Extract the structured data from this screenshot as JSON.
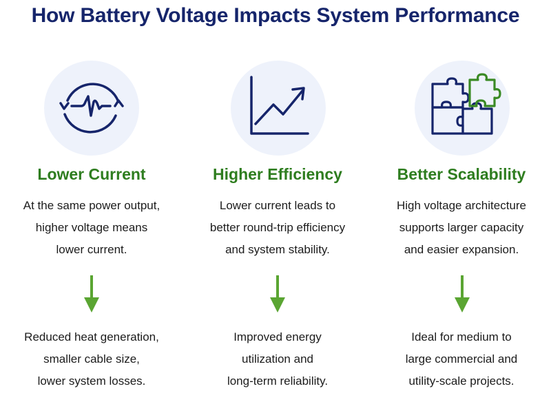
{
  "title": "How Battery Voltage Impacts System Performance",
  "colors": {
    "title": "#16256b",
    "heading": "#2e7d1f",
    "icon_stroke": "#16256b",
    "icon_accent": "#3a8a24",
    "circle_bg": "#eef2fb",
    "arrow": "#5aa532"
  },
  "columns": [
    {
      "icon": "current-cycle-icon",
      "heading": "Lower Current",
      "desc": [
        "At the same power output,",
        "higher voltage means",
        "lower current."
      ],
      "result": [
        "Reduced heat generation,",
        "smaller cable size,",
        "lower system losses."
      ]
    },
    {
      "icon": "rising-chart-icon",
      "heading": "Higher Efficiency",
      "desc": [
        "Lower current leads to",
        "better round-trip efficiency",
        "and system stability."
      ],
      "result": [
        "Improved energy",
        "utilization and",
        "long-term reliability."
      ]
    },
    {
      "icon": "puzzle-icon",
      "heading": "Better Scalability",
      "desc": [
        "High voltage architecture",
        "supports larger capacity",
        "and easier expansion."
      ],
      "result": [
        "Ideal for medium to",
        "large commercial and",
        "utility-scale projects."
      ]
    }
  ]
}
